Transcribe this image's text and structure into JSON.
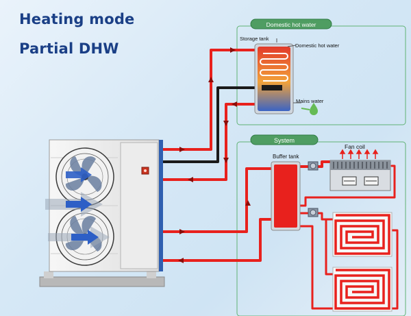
{
  "titles": {
    "line1": "Heating mode",
    "line2": "Partial DHW"
  },
  "sections": {
    "dhw": "Domestic hot water",
    "system": "System"
  },
  "labels": {
    "storage_tank": "Storage tank",
    "domestic_hot_water": "Domestic hot water",
    "mains_water": "Mains water",
    "buffer_tank": "Buffer tank",
    "fan_coil": "Fan coil"
  },
  "colors": {
    "hot_pipe": "#e8211d",
    "return_pipe": "#e8211d",
    "cold_pipe": "#1a1a1a",
    "title": "#1a3f86",
    "section_border": "#3aa55a",
    "unit_side": "#2f5fb0",
    "tank_orange": "#f2a23a",
    "tank_blue": "#3b64c4"
  },
  "icons": {
    "fan": "fan-icon",
    "pump": "pump-icon",
    "water_drop": "water-drop-icon",
    "heat_arrows": "heat-arrows-icon",
    "floor_heating": "floor-heating-icon"
  }
}
